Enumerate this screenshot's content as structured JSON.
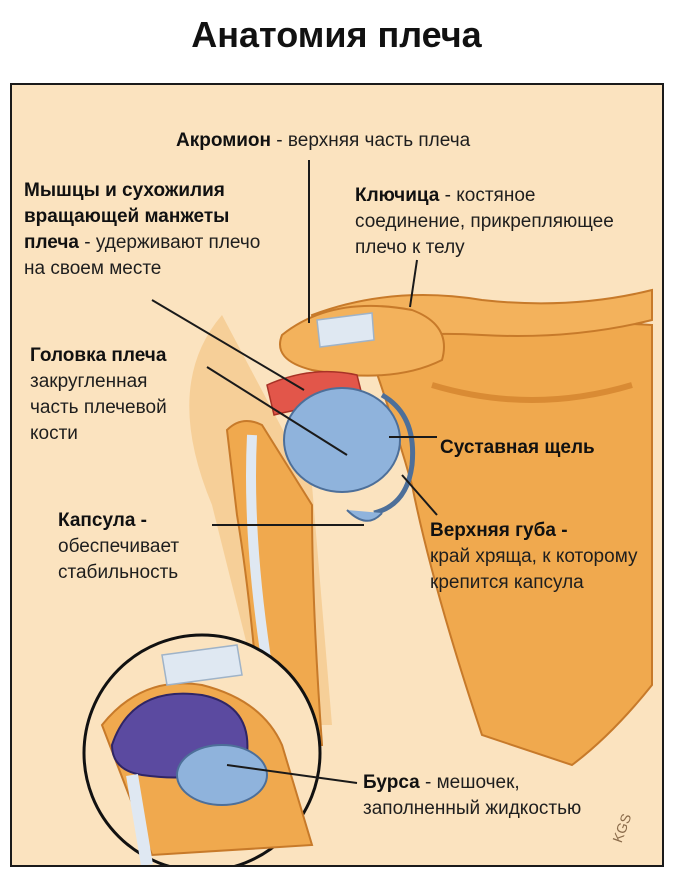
{
  "title": "Анатомия плеча",
  "labels": {
    "acromion": {
      "term": "Акромион",
      "desc": " - верхняя часть плеча"
    },
    "rotator_cuff": {
      "term_lines": [
        "Мышцы и сухожилия",
        "вращающей манжеты",
        "плеча"
      ],
      "desc_first": " - удерживают плечо",
      "desc_rest": "на своем месте"
    },
    "clavicle": {
      "term": "Ключица",
      "desc_first": " - костяное",
      "desc_lines": [
        "соединение, прикрепляющее",
        "плечо к телу"
      ]
    },
    "humeral_head": {
      "term": "Головка плеча",
      "desc_lines": [
        "закругленная",
        "часть плечевой",
        "кости"
      ]
    },
    "joint_space": {
      "term": "Суставная щель"
    },
    "capsule": {
      "term": "Капсула -",
      "desc_lines": [
        "обеспечивает",
        "стабильность"
      ]
    },
    "labrum": {
      "term": "Верхняя губа -",
      "desc_lines": [
        "край хряща, к которому",
        "крепится капсула"
      ]
    },
    "bursa": {
      "term": "Бурса",
      "desc_first": " - мешочек,",
      "desc_lines": [
        "заполненный жидкостью"
      ]
    }
  },
  "signature": "KGS",
  "colors": {
    "skin": "#fbe3bf",
    "bone": "#f0a94e",
    "cartilage": "#8fb3dc",
    "tendon": "#d9e4ee",
    "muscle": "#e2564a",
    "bursa": "#5b4aa0",
    "leader": "#1a1a1a"
  }
}
